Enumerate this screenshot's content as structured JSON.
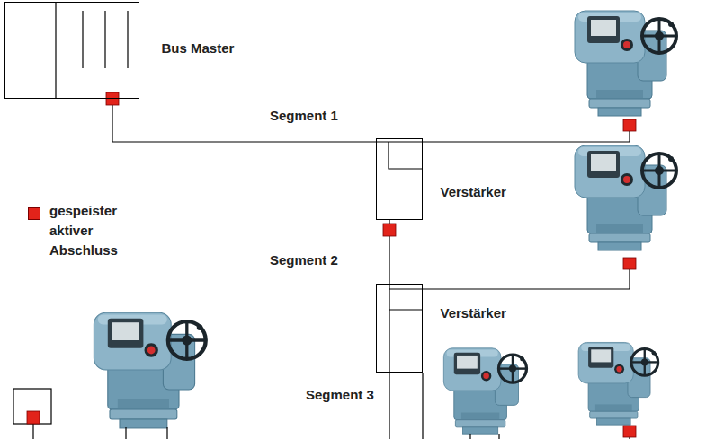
{
  "diagram": {
    "nodes": [
      {
        "text": [
          "Bus Master"
        ]
      },
      {
        "text": [
          "Verstärker"
        ]
      },
      {
        "text": [
          "Verstärker"
        ]
      }
    ],
    "edges": [
      {
        "from": 0,
        "to": 1,
        "arrow": "none"
      },
      {
        "from": 1,
        "to": 2,
        "arrow": "none"
      }
    ],
    "labels": [
      "Segment 1",
      "Segment 2",
      "Segment 3"
    ],
    "legend": [
      {
        "text": "gespeister aktiver Abschluss",
        "color": "#e2231a"
      }
    ]
  }
}
